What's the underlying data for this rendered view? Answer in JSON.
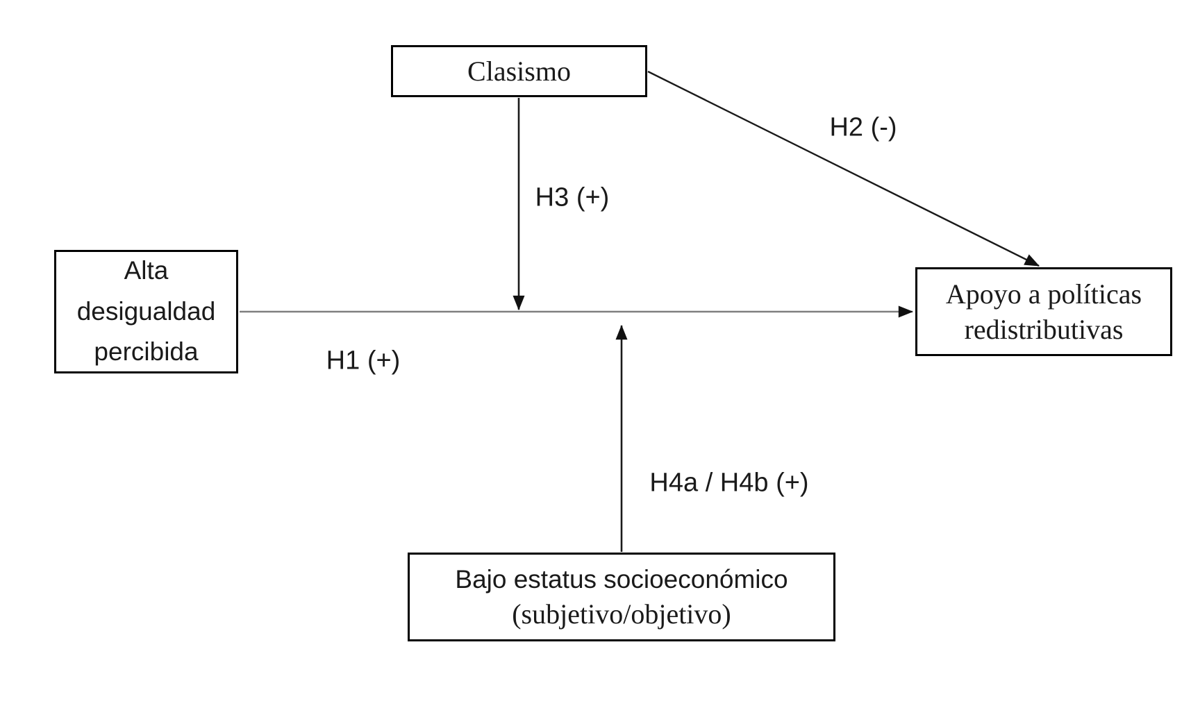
{
  "diagram": {
    "background_color": "#ffffff",
    "box_border_color": "#000000",
    "line_color_black": "#1a1a1a",
    "line_color_gray": "#7f7f7f",
    "nodes": {
      "clasismo": {
        "label": "Clasismo"
      },
      "desigualdad": {
        "line1": "Alta",
        "line2": "desigualdad",
        "line3": "percibida"
      },
      "apoyo": {
        "line1": "Apoyo a políticas",
        "line2": "redistributivas"
      },
      "estatus": {
        "line1": "Bajo estatus socioeconómico",
        "line2": "(subjetivo/objetivo)"
      }
    },
    "edges": {
      "h1": {
        "label": "H1 (+)",
        "from": "Alta desigualdad percibida",
        "to": "Apoyo a políticas redistributivas",
        "sign": "+"
      },
      "h2": {
        "label": "H2 (-)",
        "from": "Clasismo",
        "to": "Apoyo a políticas redistributivas",
        "sign": "-"
      },
      "h3": {
        "label": "H3 (+)",
        "from": "Clasismo",
        "to": "H1 path (moderation)",
        "sign": "+"
      },
      "h4": {
        "label": "H4a / H4b (+)",
        "from": "Bajo estatus socioeconómico (subjetivo/objetivo)",
        "to": "H1 path (moderation)",
        "sign": "+"
      }
    }
  }
}
